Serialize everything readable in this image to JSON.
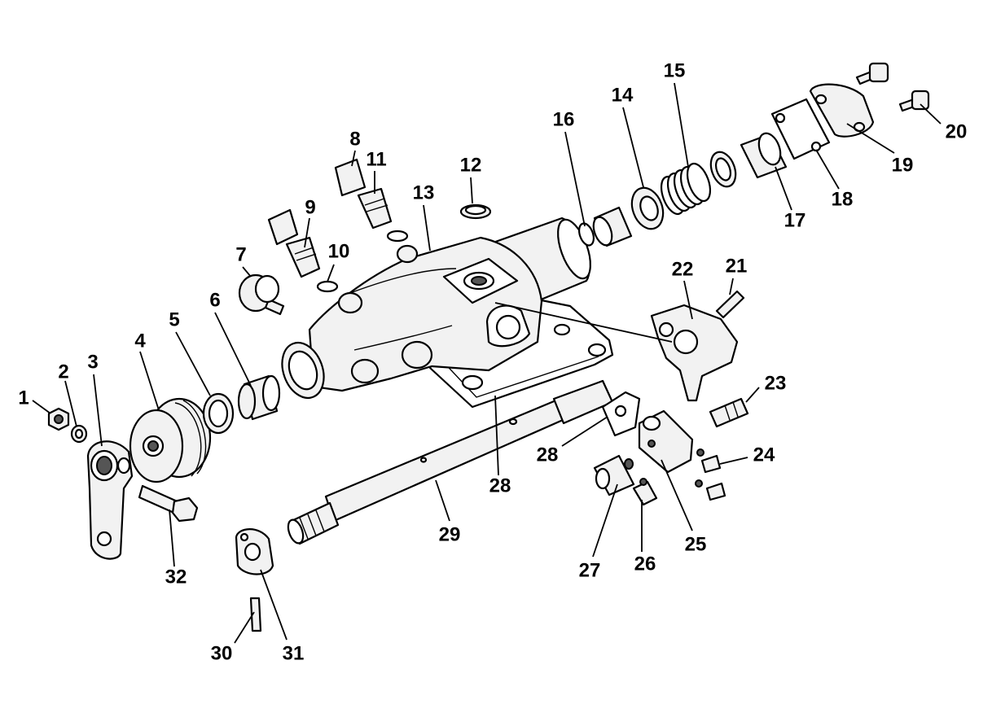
{
  "callouts": [
    {
      "id": "1",
      "text": "1"
    },
    {
      "id": "2",
      "text": "2"
    },
    {
      "id": "3",
      "text": "3"
    },
    {
      "id": "4",
      "text": "4"
    },
    {
      "id": "5",
      "text": "5"
    },
    {
      "id": "6",
      "text": "6"
    },
    {
      "id": "7",
      "text": "7"
    },
    {
      "id": "8",
      "text": "8"
    },
    {
      "id": "9",
      "text": "9"
    },
    {
      "id": "10",
      "text": "10"
    },
    {
      "id": "11",
      "text": "11"
    },
    {
      "id": "12",
      "text": "12"
    },
    {
      "id": "13",
      "text": "13"
    },
    {
      "id": "14",
      "text": "14"
    },
    {
      "id": "15",
      "text": "15"
    },
    {
      "id": "16",
      "text": "16"
    },
    {
      "id": "17",
      "text": "17"
    },
    {
      "id": "18",
      "text": "18"
    },
    {
      "id": "19",
      "text": "19"
    },
    {
      "id": "20",
      "text": "20"
    },
    {
      "id": "21",
      "text": "21"
    },
    {
      "id": "22",
      "text": "22"
    },
    {
      "id": "23",
      "text": "23"
    },
    {
      "id": "24",
      "text": "24"
    },
    {
      "id": "25",
      "text": "25"
    },
    {
      "id": "26",
      "text": "26"
    },
    {
      "id": "27",
      "text": "27"
    },
    {
      "id": "28a",
      "text": "28"
    },
    {
      "id": "28b",
      "text": "28"
    },
    {
      "id": "29",
      "text": "29"
    },
    {
      "id": "30",
      "text": "30"
    },
    {
      "id": "31",
      "text": "31"
    },
    {
      "id": "32",
      "text": "32"
    }
  ]
}
